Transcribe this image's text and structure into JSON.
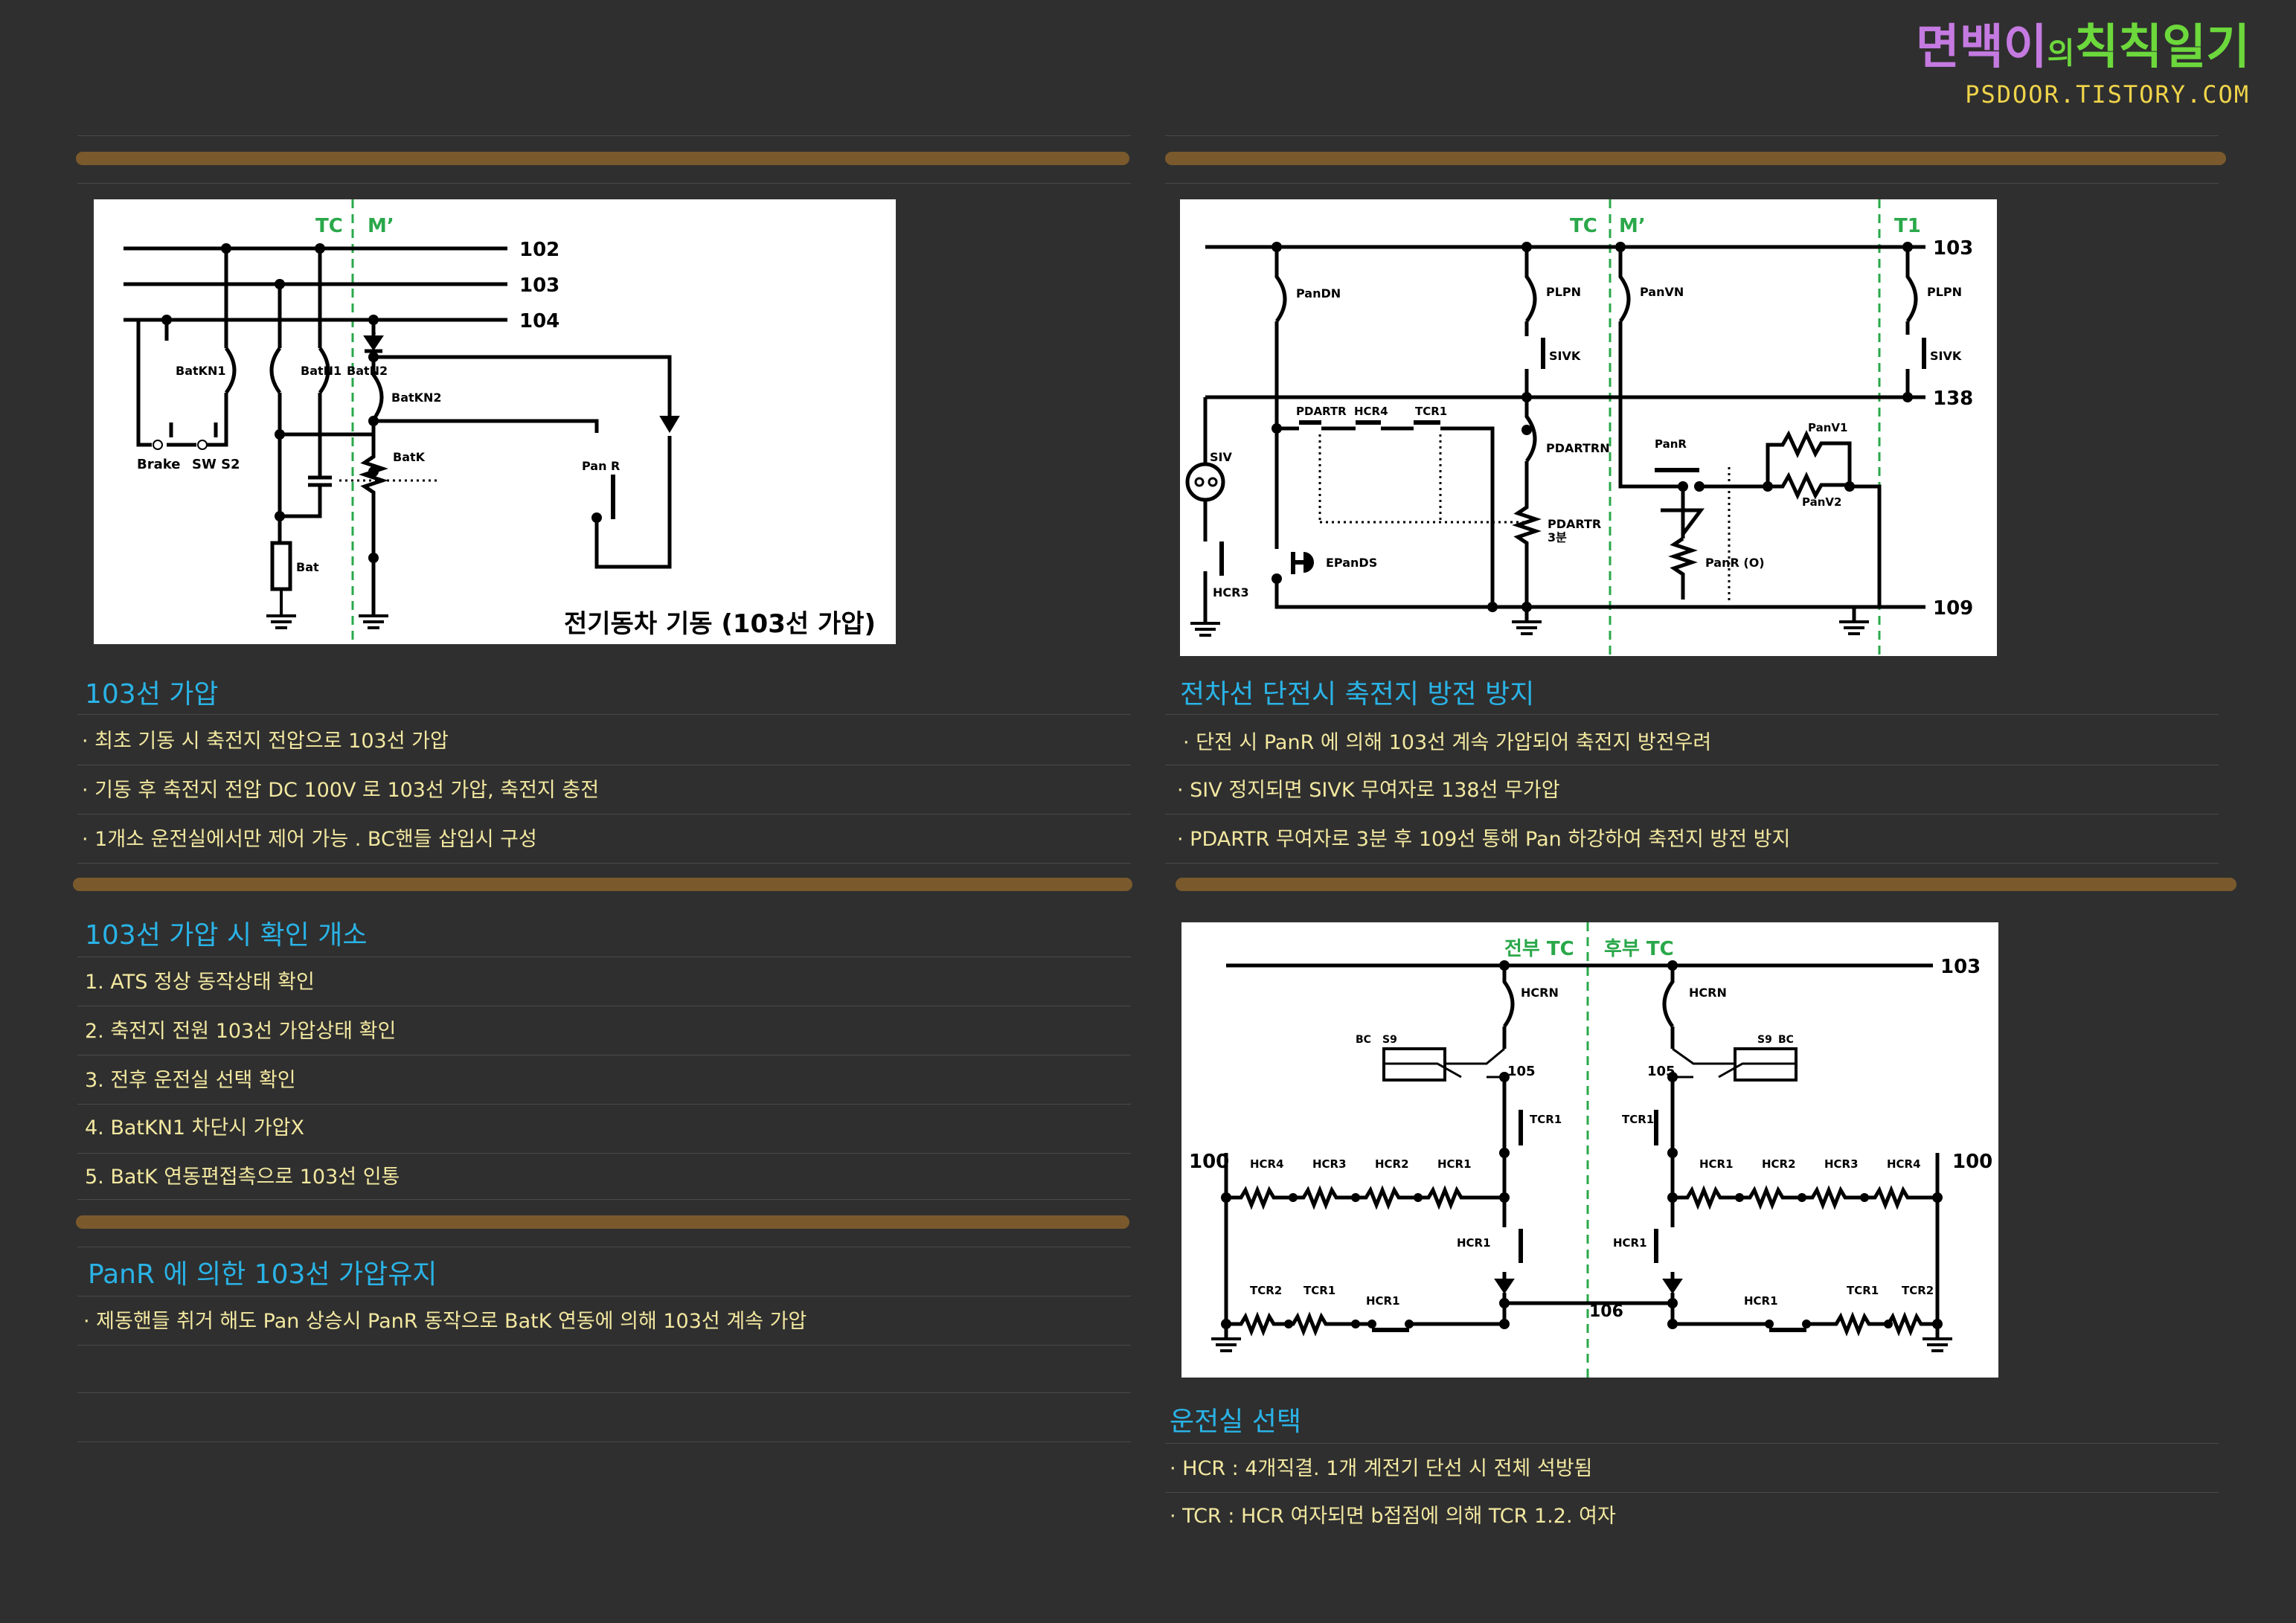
{
  "brand": {
    "title_part1": "면백이",
    "title_part2": "의",
    "title_part3": "칙칙일기",
    "url": "PSDOOR.TISTORY.COM"
  },
  "diagram1": {
    "zone_left": "TC",
    "zone_right": "M’",
    "wire_102": "102",
    "wire_103": "103",
    "wire_104": "104",
    "batkn1": "BatKN1",
    "batn1": "BatN1",
    "batn2": "BatN2",
    "batkn2": "BatKN2",
    "batk": "BatK",
    "panr": "Pan R",
    "brake": "Brake",
    "sws2": "SW S2",
    "bat": "Bat",
    "caption": "전기동차 기동 (103선 가압)"
  },
  "diagram2": {
    "zone_tc": "TC",
    "zone_m": "M’",
    "zone_t1": "T1",
    "wire_103": "103",
    "wire_138": "138",
    "wire_109": "109",
    "pandn": "PanDN",
    "plpn": "PLPN",
    "plpn2": "PLPN",
    "sivk": "SIVK",
    "sivk2": "SIVK",
    "panvn": "PanVN",
    "siv": "SIV",
    "hcr3": "HCR3",
    "pdartr": "PDARTR",
    "hcr4": "HCR4",
    "tcr1": "TCR1",
    "pdartrn": "PDARTRN",
    "pdartr_b": "PDARTR",
    "pdartr_time": "3분",
    "epands": "EPanDS",
    "panr": "PanR",
    "panr_o": "PanR (O)",
    "panv1": "PanV1",
    "panv2": "PanV2"
  },
  "diagram3": {
    "front_tc": "전부 TC",
    "rear_tc": "후부 TC",
    "wire_103": "103",
    "wire_100": "100",
    "wire_105": "105",
    "wire_106": "106",
    "hcrn": "HCRN",
    "bc": "BC",
    "s9": "S9",
    "tcr1": "TCR1",
    "hcr4": "HCR4",
    "hcr3": "HCR3",
    "hcr2": "HCR2",
    "hcr1": "HCR1",
    "tcr2": "TCR2"
  },
  "left_sections": [
    {
      "heading": "103선 가압",
      "lines": [
        "· 최초 기동 시 축전지 전압으로 103선 가압",
        "· 기동 후 축전지 전압 DC 100V 로 103선 가압, 축전지 충전",
        "· 1개소 운전실에서만 제어 가능 . BC핸들 삽입시 구성"
      ]
    },
    {
      "heading": "103선 가압 시 확인 개소",
      "lines": [
        "1. ATS 정상 동작상태 확인",
        "2. 축전지 전원 103선 가압상태 확인",
        "3. 전후 운전실 선택 확인",
        "4. BatKN1 차단시 가압X",
        "5. BatK 연동편접촉으로 103선 인통"
      ]
    },
    {
      "heading": "PanR 에 의한 103선 가압유지",
      "lines": [
        "· 제동핸들 취거 해도 Pan 상승시 PanR 동작으로 BatK 연동에 의해 103선 계속 가압"
      ]
    }
  ],
  "right_sections": [
    {
      "heading": "전차선 단전시 축전지 방전 방지",
      "lines": [
        "· 단전 시 PanR 에 의해 103선 계속 가압되어 축전지 방전우려",
        "· SIV 정지되면 SIVK 무여자로 138선 무가압",
        "· PDARTR 무여자로 3분 후 109선 통해 Pan 하강하여 축전지 방전 방지"
      ]
    },
    {
      "heading": "운전실 선택",
      "lines": [
        "· HCR : 4개직결. 1개 계전기 단선 시 전체 석방됨",
        "· TCR : HCR 여자되면 b접점에 의해 TCR 1.2. 여자"
      ]
    }
  ],
  "colors": {
    "background": "#2f2f2f",
    "bar": "#7a5a2c",
    "heading": "#2ab3e6",
    "body_text": "#f3e8a0",
    "zone_line": "#2aa84a",
    "brand_purple": "#c47ae0",
    "brand_green": "#6cd83c",
    "brand_url": "#f0d44a"
  }
}
